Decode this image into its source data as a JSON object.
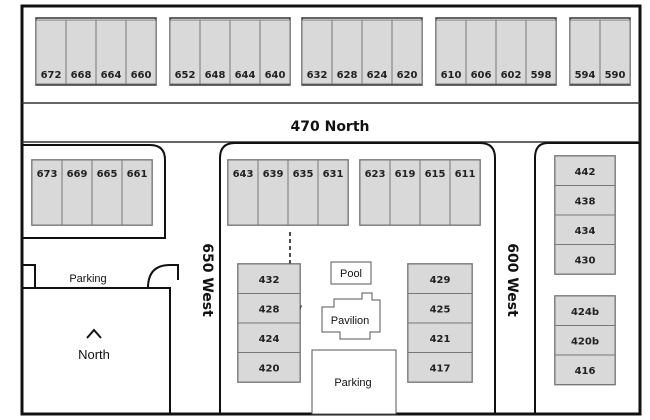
{
  "streets": {
    "north": "470 North",
    "west_650": "650 West",
    "west_600": "600 West"
  },
  "labels": {
    "parking_left": "Parking",
    "parking_center": "Parking",
    "pool": "Pool",
    "pavilion": "Pavilion",
    "north_compass": "North"
  },
  "units": {
    "top_row": [
      [
        "672",
        "668",
        "664",
        "660"
      ],
      [
        "652",
        "648",
        "644",
        "640"
      ],
      [
        "632",
        "628",
        "624",
        "620"
      ],
      [
        "610",
        "606",
        "602",
        "598"
      ],
      [
        "594",
        "590"
      ]
    ],
    "left_block": [
      "673",
      "669",
      "665",
      "661"
    ],
    "center_block_a": [
      "643",
      "639",
      "635",
      "631"
    ],
    "center_block_b": [
      "623",
      "619",
      "615",
      "611"
    ],
    "center_left_column": [
      "432",
      "428",
      "424",
      "420"
    ],
    "center_right_column": [
      "429",
      "425",
      "421",
      "417"
    ],
    "right_column_top": [
      "442",
      "438",
      "434",
      "430"
    ],
    "right_column_bottom": [
      "424b",
      "420b",
      "416"
    ]
  },
  "colors": {
    "unit_fill": "#d9d9d9",
    "outline": "#111111"
  }
}
